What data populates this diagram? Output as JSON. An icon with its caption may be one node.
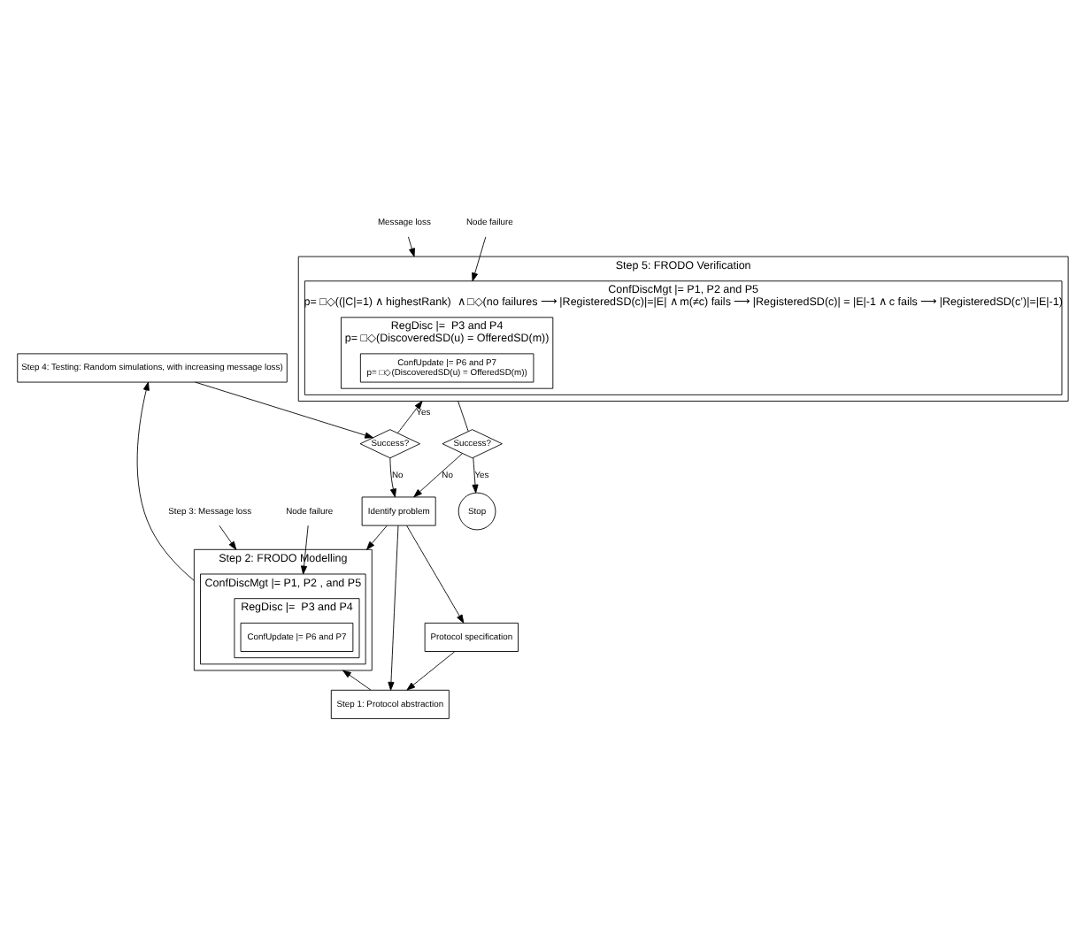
{
  "diagram": {
    "nodes": [
      {
        "text": [
          "Protocol specification"
        ]
      },
      {
        "text": [
          "Step 1: Protocol abstraction"
        ]
      },
      {
        "text": [
          "Step 2: FRODO Modelling"
        ]
      },
      {
        "text": [
          "ConfDiscMgt |= P1, P2 , and P5"
        ],
        "in": 2
      },
      {
        "text": [
          "RegDisc |=  P3 and P4"
        ],
        "in": 3
      },
      {
        "text": [
          "ConfUpdate |= P6 and P7"
        ],
        "in": 4
      },
      {
        "text": [
          "Step 3: Message loss"
        ]
      },
      {
        "text": [
          "Node failure"
        ]
      },
      {
        "text": [
          "Step 4: Testing: Random simulations, with increasing message loss)"
        ]
      },
      {
        "text": [
          "Success?"
        ]
      },
      {
        "text": [
          "Identify problem"
        ]
      },
      {
        "text": [
          "Step 5: FRODO Verification"
        ]
      },
      {
        "text": [
          "ConfDiscMgt |= P1, P2 and P5",
          "p= □◇((|C|=1) ∧ highestRank)  ∧ □◇(no failures ⟶ |RegisteredSD(c)|=|E| ∧ m(≠c) fails ⟶ |RegisteredSD(c)| = |E|-1 ∧ c fails ⟶ |RegisteredSD(c’)|=|E|-1)"
        ],
        "in": 11
      },
      {
        "text": [
          "RegDisc |=  P3 and P4",
          "p= □◇(DiscoveredSD(u) = OfferedSD(m))"
        ],
        "in": 12
      },
      {
        "text": [
          "ConfUpdate |= P6 and P7",
          "p= □◇(DiscoveredSD(u) = OfferedSD(m))"
        ],
        "in": 13
      },
      {
        "text": [
          "Message loss"
        ]
      },
      {
        "text": [
          "Node failure"
        ]
      },
      {
        "text": [
          "Success?"
        ]
      },
      {
        "text": [
          "Stop"
        ]
      }
    ],
    "edges": [
      {
        "from": 0,
        "to": 1,
        "arrow": "to"
      },
      {
        "from": 1,
        "to": 2,
        "arrow": "to"
      },
      {
        "from": 6,
        "to": 2,
        "arrow": "to"
      },
      {
        "from": 7,
        "to": 3,
        "arrow": "to"
      },
      {
        "from": 2,
        "to": 8,
        "arrow": "to"
      },
      {
        "from": 8,
        "to": 9,
        "arrow": "to"
      },
      {
        "from": 9,
        "to": 10,
        "label": "No",
        "arrow": "to"
      },
      {
        "from": 10,
        "to": 0,
        "arrow": "to"
      },
      {
        "from": 10,
        "to": 1,
        "arrow": "to"
      },
      {
        "from": 10,
        "to": 2,
        "arrow": "to"
      },
      {
        "from": 9,
        "to": 11,
        "label": "Yes",
        "arrow": "to"
      },
      {
        "from": 15,
        "to": 11,
        "arrow": "to"
      },
      {
        "from": 16,
        "to": 12,
        "arrow": "to"
      },
      {
        "from": 11,
        "to": 17,
        "arrow": "none"
      },
      {
        "from": 17,
        "to": 10,
        "label": "No",
        "arrow": "to"
      },
      {
        "from": 17,
        "to": 18,
        "label": "Yes",
        "arrow": "to"
      }
    ]
  }
}
